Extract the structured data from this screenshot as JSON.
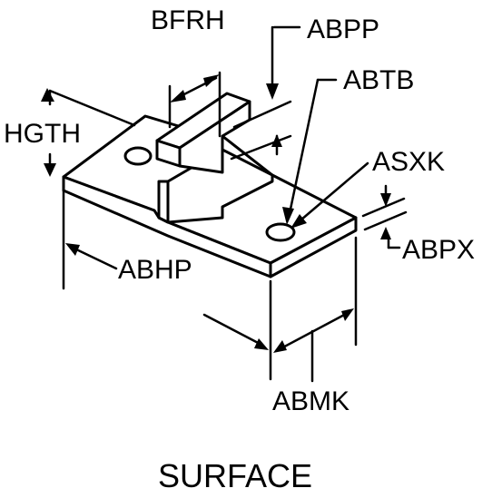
{
  "labels": {
    "bfrh": "BFRH",
    "abpp": "ABPP",
    "abtb": "ABTB",
    "hgth": "HGTH",
    "asxk": "ASXK",
    "abpx": "ABPX",
    "abhp": "ABHP",
    "abmk": "ABMK"
  },
  "caption": "SURFACE"
}
